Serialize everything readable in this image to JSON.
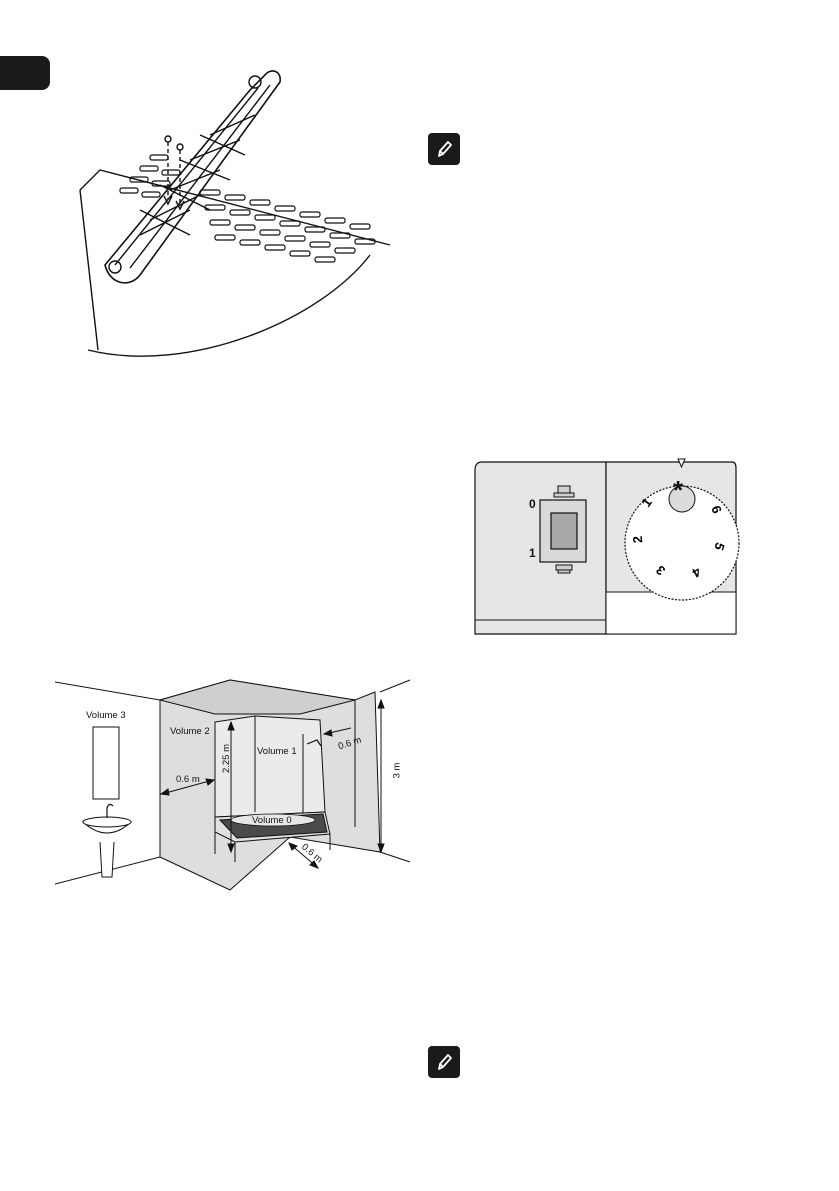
{
  "switch_panel": {
    "off_label": "0",
    "on_label": "1"
  },
  "dial": {
    "numbers": [
      "1",
      "2",
      "3",
      "4",
      "5",
      "6"
    ],
    "frost_symbol": "*"
  },
  "bathroom": {
    "volume3": "Volume 3",
    "volume2": "Volume 2",
    "volume1": "Volume 1",
    "volume0": "Volume 0",
    "dist_left": "0.6 m",
    "dist_right": "0.6 m",
    "dist_front": "0.6 m",
    "height_shower": "2.25 m",
    "height_room": "3 m"
  },
  "colors": {
    "grey_panel": "#e6e6e6",
    "grey_zone": "#dedede",
    "dark_icon": "#1a1a1a"
  }
}
